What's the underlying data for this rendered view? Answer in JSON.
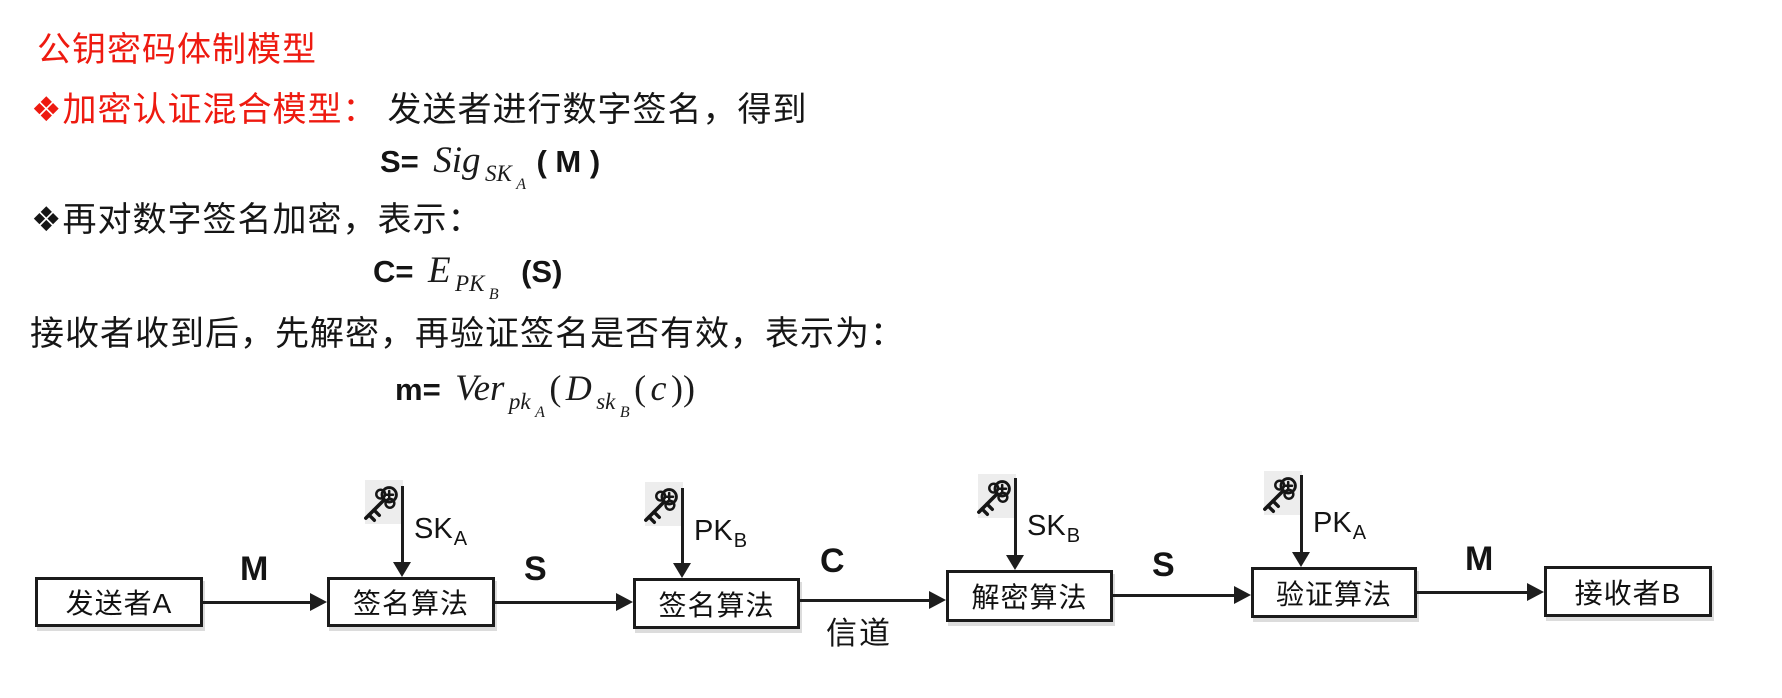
{
  "content": {
    "title": "公钥密码体制模型",
    "bullet1_red": "❖加密认证混合模型：",
    "bullet1_black": "发送者进行数字签名，得到",
    "formula_s": {
      "lhs": "S=",
      "fn": "Sig",
      "sub": "SK",
      "subsub": "A",
      "tail": "( M )"
    },
    "bullet2": "❖再对数字签名加密，表示：",
    "formula_c": {
      "lhs": "C=",
      "fn": "E",
      "sub": "PK",
      "subsub": "B",
      "tail": "(S)"
    },
    "para": "接收者收到后，先解密，再验证签名是否有效，表示为：",
    "formula_m": {
      "lhs": "m=",
      "fn": "Ver",
      "sub": "pk",
      "subsub": "A",
      "p1": "(",
      "fn2": "D",
      "sub2": "sk",
      "subsub2": "B",
      "p2": "(",
      "v": "c",
      "p3": "))"
    }
  },
  "diagram": {
    "boxes": [
      {
        "label": "发送者A"
      },
      {
        "label": "签名算法"
      },
      {
        "label": "签名算法"
      },
      {
        "label": "解密算法"
      },
      {
        "label": "验证算法"
      },
      {
        "label": "接收者B"
      }
    ],
    "edge_labels": [
      "M",
      "S",
      "C",
      "S",
      "M"
    ],
    "channel": "信道",
    "keys": [
      {
        "base": "SK",
        "sub": "A"
      },
      {
        "base": "PK",
        "sub": "B"
      },
      {
        "base": "SK",
        "sub": "B"
      },
      {
        "base": "PK",
        "sub": "A"
      }
    ],
    "icons": {
      "key": "old-key"
    }
  },
  "colors": {
    "accent_red": "#ee1a10",
    "text_black": "#141414",
    "key_bg": "#ededed",
    "line": "#1d1d1d"
  }
}
